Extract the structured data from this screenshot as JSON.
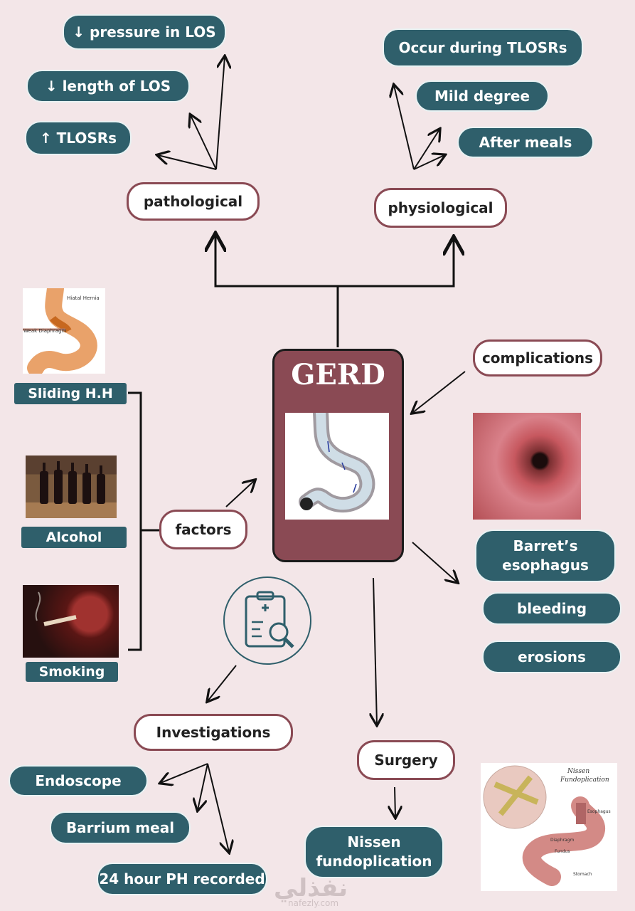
{
  "center": {
    "title": "GERD"
  },
  "pathological": {
    "label": "pathological",
    "items": [
      "↓ pressure in LOS",
      "↓ length of LOS",
      "↑ TLOSRs"
    ]
  },
  "physiological": {
    "label": "physiological",
    "items": [
      "Occur during TLOSRs",
      "Mild degree",
      "After meals"
    ]
  },
  "factors": {
    "label": "factors",
    "items": [
      "Sliding  H.H",
      "Alcohol",
      "Smoking"
    ],
    "hernia_image_labels": [
      "Hiatal Hernia",
      "Weak Diaphragm"
    ]
  },
  "complications": {
    "label": "complications",
    "items": [
      "Barret’s esophagus",
      "bleeding",
      "erosions"
    ]
  },
  "investigations": {
    "label": "Investigations",
    "items": [
      "Endoscope",
      "Barrium meal",
      "24 hour PH recorded"
    ]
  },
  "surgery": {
    "label": "Surgery",
    "item": "Nissen fundoplication",
    "image_labels": [
      "Nissen",
      "Fundoplication",
      "Esophagus",
      "Diaphragm",
      "Fundus",
      "Stomach"
    ]
  },
  "watermark": {
    "text": "نفذلي",
    "url": "nafezly.com"
  },
  "colors": {
    "background": "#f3e6e8",
    "pill": "#2f5f6b",
    "node_border": "#8a4a54",
    "gerd_box": "#8a4a54"
  }
}
